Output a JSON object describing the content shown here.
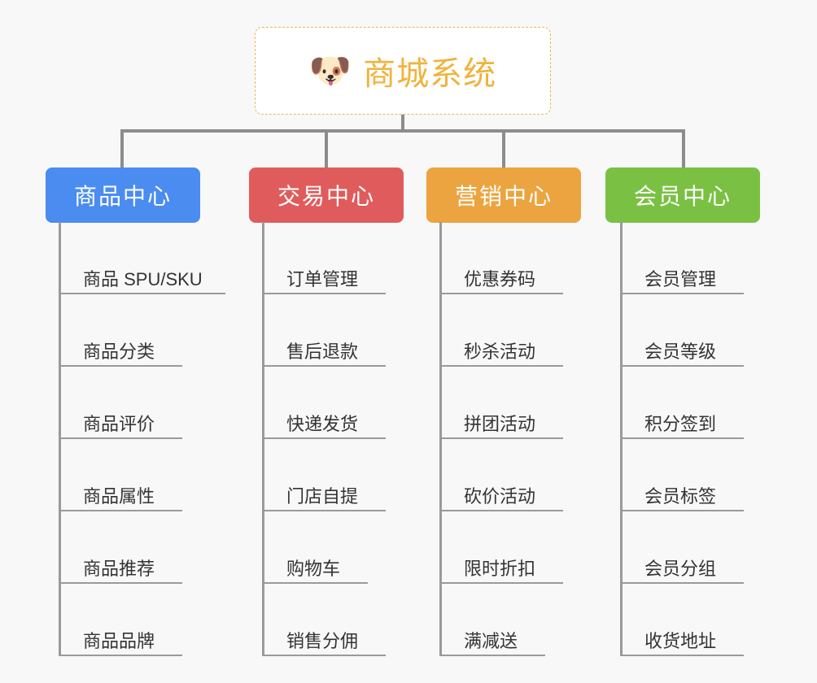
{
  "page": {
    "background_color": "#f8f8f8",
    "title": "商城系统",
    "type": "mindmap"
  },
  "root": {
    "label": "商城系统",
    "icon": "dog-face-icon",
    "icon_glyph": "🐶",
    "text_color": "#f0b33c",
    "border_color": "#e9b84e",
    "background_color": "#ffffff"
  },
  "connector": {
    "color": "#8c8c8c",
    "leaf_line_color": "#9a9a9a"
  },
  "categories": [
    {
      "label": "商品中心",
      "color": "#4a8cf0",
      "items": [
        {
          "label": "商品 SPU/SKU",
          "rule_width": 205
        },
        {
          "label": "商品分类",
          "rule_width": 152
        },
        {
          "label": "商品评价",
          "rule_width": 152
        },
        {
          "label": "商品属性",
          "rule_width": 152
        },
        {
          "label": "商品推荐",
          "rule_width": 152
        },
        {
          "label": "商品品牌",
          "rule_width": 152
        }
      ]
    },
    {
      "label": "交易中心",
      "color": "#e05c5c",
      "items": [
        {
          "label": "订单管理",
          "rule_width": 152
        },
        {
          "label": "售后退款",
          "rule_width": 152
        },
        {
          "label": "快递发货",
          "rule_width": 152
        },
        {
          "label": "门店自提",
          "rule_width": 152
        },
        {
          "label": "购物车",
          "rule_width": 130
        },
        {
          "label": "销售分佣",
          "rule_width": 152
        }
      ]
    },
    {
      "label": "营销中心",
      "color": "#eba43f",
      "items": [
        {
          "label": "优惠券码",
          "rule_width": 152
        },
        {
          "label": "秒杀活动",
          "rule_width": 152
        },
        {
          "label": "拼团活动",
          "rule_width": 152
        },
        {
          "label": "砍价活动",
          "rule_width": 152
        },
        {
          "label": "限时折扣",
          "rule_width": 152
        },
        {
          "label": "满减送",
          "rule_width": 130
        }
      ]
    },
    {
      "label": "会员中心",
      "color": "#7ac143",
      "items": [
        {
          "label": "会员管理",
          "rule_width": 152
        },
        {
          "label": "会员等级",
          "rule_width": 152
        },
        {
          "label": "积分签到",
          "rule_width": 152
        },
        {
          "label": "会员标签",
          "rule_width": 152
        },
        {
          "label": "会员分组",
          "rule_width": 152
        },
        {
          "label": "收货地址",
          "rule_width": 152
        }
      ]
    }
  ]
}
